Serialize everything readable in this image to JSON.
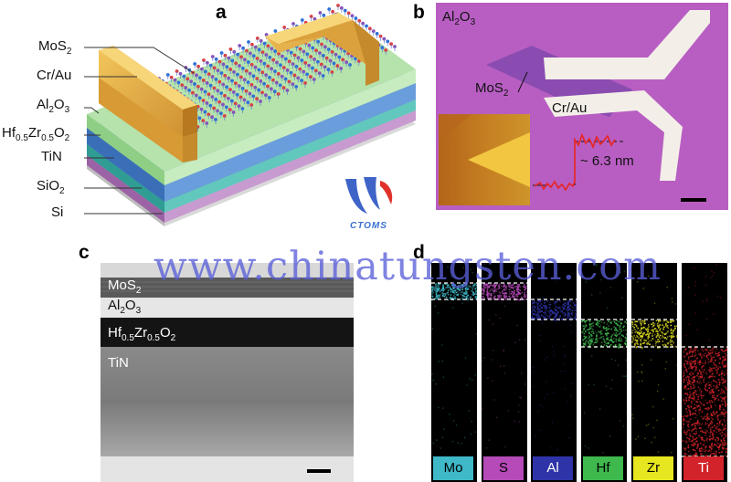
{
  "panel_a": {
    "label": "a",
    "layers": [
      {
        "base": "MoS",
        "sub": "2",
        "tail": ""
      },
      {
        "base": "Cr/Au",
        "sub": "",
        "tail": ""
      },
      {
        "base": "Al",
        "sub": "2",
        "tail": "O",
        "sub2": "3"
      },
      {
        "base": "Hf",
        "sub": "0.5",
        "tail": "Zr",
        "sub2": "0.5",
        "tail2": "O",
        "sub3": "2"
      },
      {
        "base": "TiN",
        "sub": "",
        "tail": ""
      },
      {
        "base": "SiO",
        "sub": "2",
        "tail": ""
      },
      {
        "base": "Si",
        "sub": "",
        "tail": ""
      }
    ],
    "colors": {
      "gold": "#e0a63d",
      "green": "#a8dca0",
      "blue": "#4b86cf",
      "teal": "#3eb3a8",
      "purple": "#a86ab3",
      "grey": "#cfcfcf"
    }
  },
  "panel_b": {
    "label": "b",
    "substrate": {
      "base": "Al",
      "sub": "2",
      "tail": "O",
      "sub2": "3"
    },
    "flake": {
      "base": "MoS",
      "sub": "2"
    },
    "electrode": "Cr/Au",
    "height_label": "~ 6.3 nm",
    "colors": {
      "background": "#b85ec2",
      "flake": "#8a4cb0",
      "electrode": "#f3efe8",
      "profile": "#e8241f"
    }
  },
  "panel_c": {
    "label": "c",
    "layers": {
      "mos2": {
        "base": "MoS",
        "sub": "2"
      },
      "al2o3": {
        "base": "Al",
        "sub": "2",
        "tail": "O",
        "sub2": "3"
      },
      "hzo": {
        "base": "Hf",
        "sub": "0.5",
        "tail": "Zr",
        "sub2": "0.5",
        "tail2": "O",
        "sub3": "2"
      },
      "tin": "TiN"
    }
  },
  "panel_d": {
    "label": "d",
    "elements": [
      {
        "name": "Mo",
        "color": "#3fb8c8",
        "text_color": "#000000"
      },
      {
        "name": "S",
        "color": "#b54ab8",
        "text_color": "#000000"
      },
      {
        "name": "Al",
        "color": "#2e34a8",
        "text_color": "#ffffff"
      },
      {
        "name": "Hf",
        "color": "#3fb84e",
        "text_color": "#000000"
      },
      {
        "name": "Zr",
        "color": "#e6e621",
        "text_color": "#000000"
      },
      {
        "name": "Ti",
        "color": "#d2232a",
        "text_color": "#ffffff"
      }
    ]
  },
  "watermark": {
    "main": "www.chinatungsten.com",
    "logo_text": "CTOMS"
  }
}
